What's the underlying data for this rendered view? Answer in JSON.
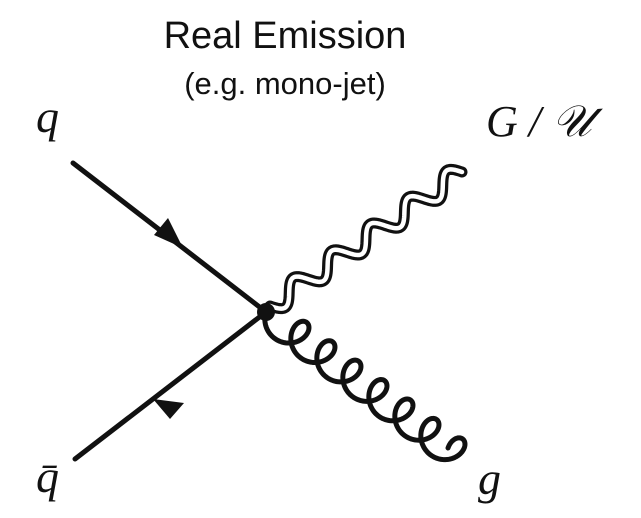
{
  "title": "Real Emission",
  "subtitle": "(e.g. mono-jet)",
  "labels": {
    "incoming_quark": "q",
    "incoming_antiquark": "q̄",
    "outgoing_graviton": "G / 𝒰",
    "outgoing_gluon": "g"
  },
  "colors": {
    "ink": "#111111",
    "background": "#ffffff"
  }
}
